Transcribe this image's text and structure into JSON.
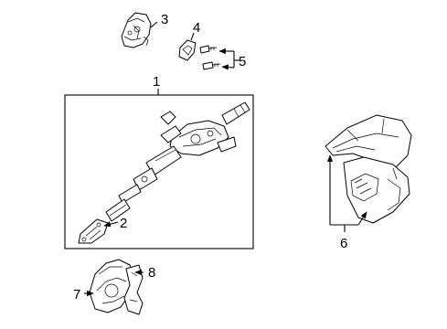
{
  "diagram": {
    "callouts": {
      "c1": "1",
      "c2": "2",
      "c3": "3",
      "c4": "4",
      "c5": "5",
      "c6": "6",
      "c7": "7",
      "c8": "8"
    },
    "colors": {
      "line": "#000000",
      "background": "#ffffff"
    }
  }
}
